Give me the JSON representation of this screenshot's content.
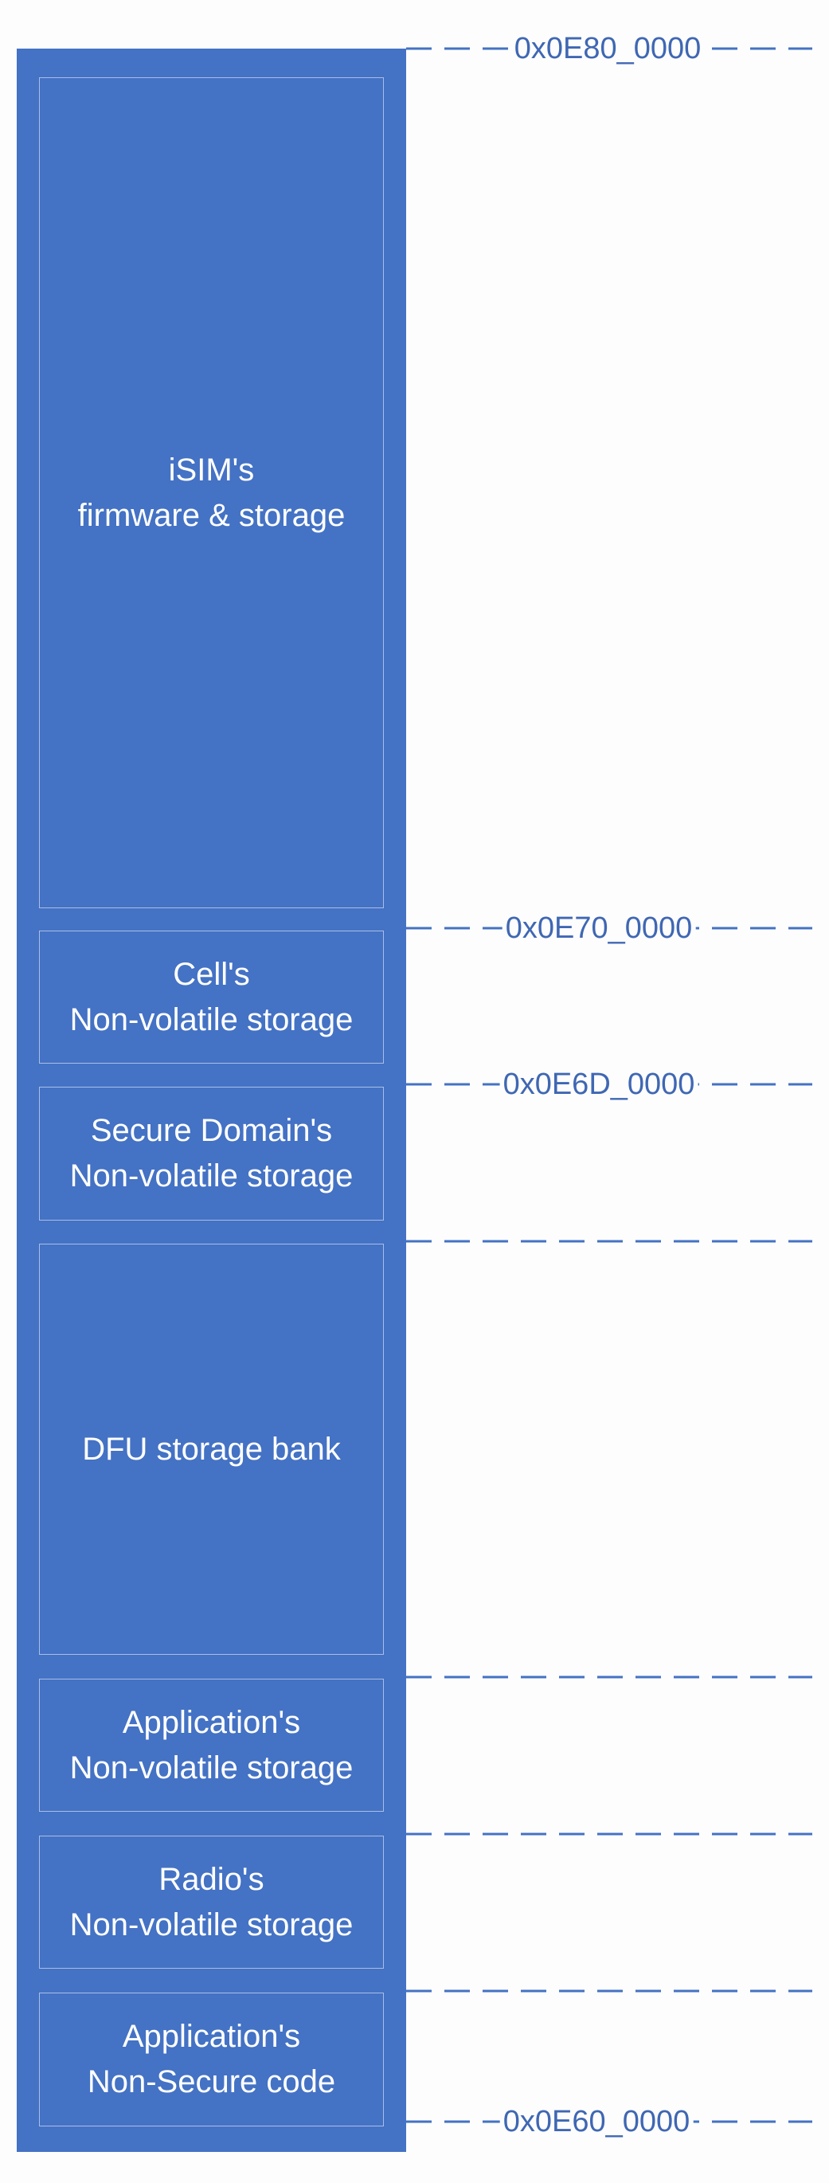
{
  "diagram": {
    "colors": {
      "region_fill": "#4472c4",
      "region_border": "#a9bfe6",
      "region_text": "#ffffff",
      "boundary_line": "#4472c4",
      "address_text": "#3f67b3"
    },
    "regions": [
      {
        "label": "iSIM's\nfirmware & storage"
      },
      {
        "label": "Cell's\nNon-volatile storage"
      },
      {
        "label": "Secure Domain's\nNon-volatile storage"
      },
      {
        "label": "DFU storage bank"
      },
      {
        "label": "Application's\nNon-volatile storage"
      },
      {
        "label": "Radio's\nNon-volatile storage"
      },
      {
        "label": "Application's\nNon-Secure code"
      }
    ],
    "addresses": {
      "top": "0x0E80_0000",
      "isim_cell": "0x0E70_0000",
      "cell_secure": "0x0E6D_0000",
      "bottom": "0x0E60_0000"
    }
  }
}
